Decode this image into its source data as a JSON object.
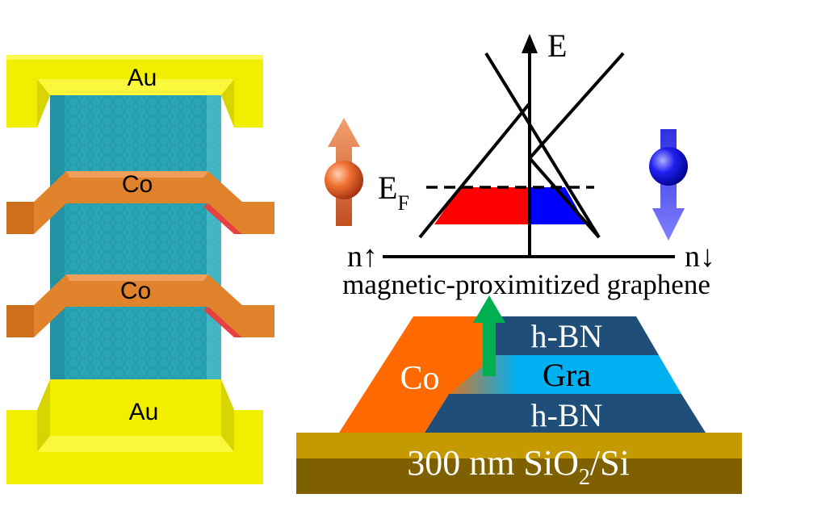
{
  "device": {
    "top_electrode_label": "Au",
    "upper_contact_label": "Co",
    "lower_contact_label": "Co",
    "bottom_electrode_label": "Au"
  },
  "band_diagram": {
    "energy_axis_label": "E",
    "fermi_level_label": "E",
    "fermi_level_subscript": "F",
    "spin_up_density_label": "n↑",
    "spin_down_density_label": "n↓",
    "caption": "magnetic-proximitized graphene"
  },
  "stack": {
    "contact_label": "Co",
    "top_layer_label": "h-BN",
    "middle_layer_label": "Gra",
    "bottom_layer_label": "h-BN",
    "substrate_prefix": "300 nm SiO",
    "substrate_subscript": "2",
    "substrate_suffix": "/Si"
  },
  "colors": {
    "gold": "#f2ee00",
    "cobalt_orange": "#e1822c",
    "graphene_cyan": "#2aa5b5",
    "spin_up_red": "#ff0000",
    "spin_down_blue": "#0000ff",
    "hbn_dark": "#1f4e79",
    "graphene_layer": "#00b0f0",
    "co_layer": "#ff6a00",
    "field_arrow_green": "#00b050",
    "substrate_top": "#c49a00",
    "substrate_bottom": "#7f6000"
  }
}
